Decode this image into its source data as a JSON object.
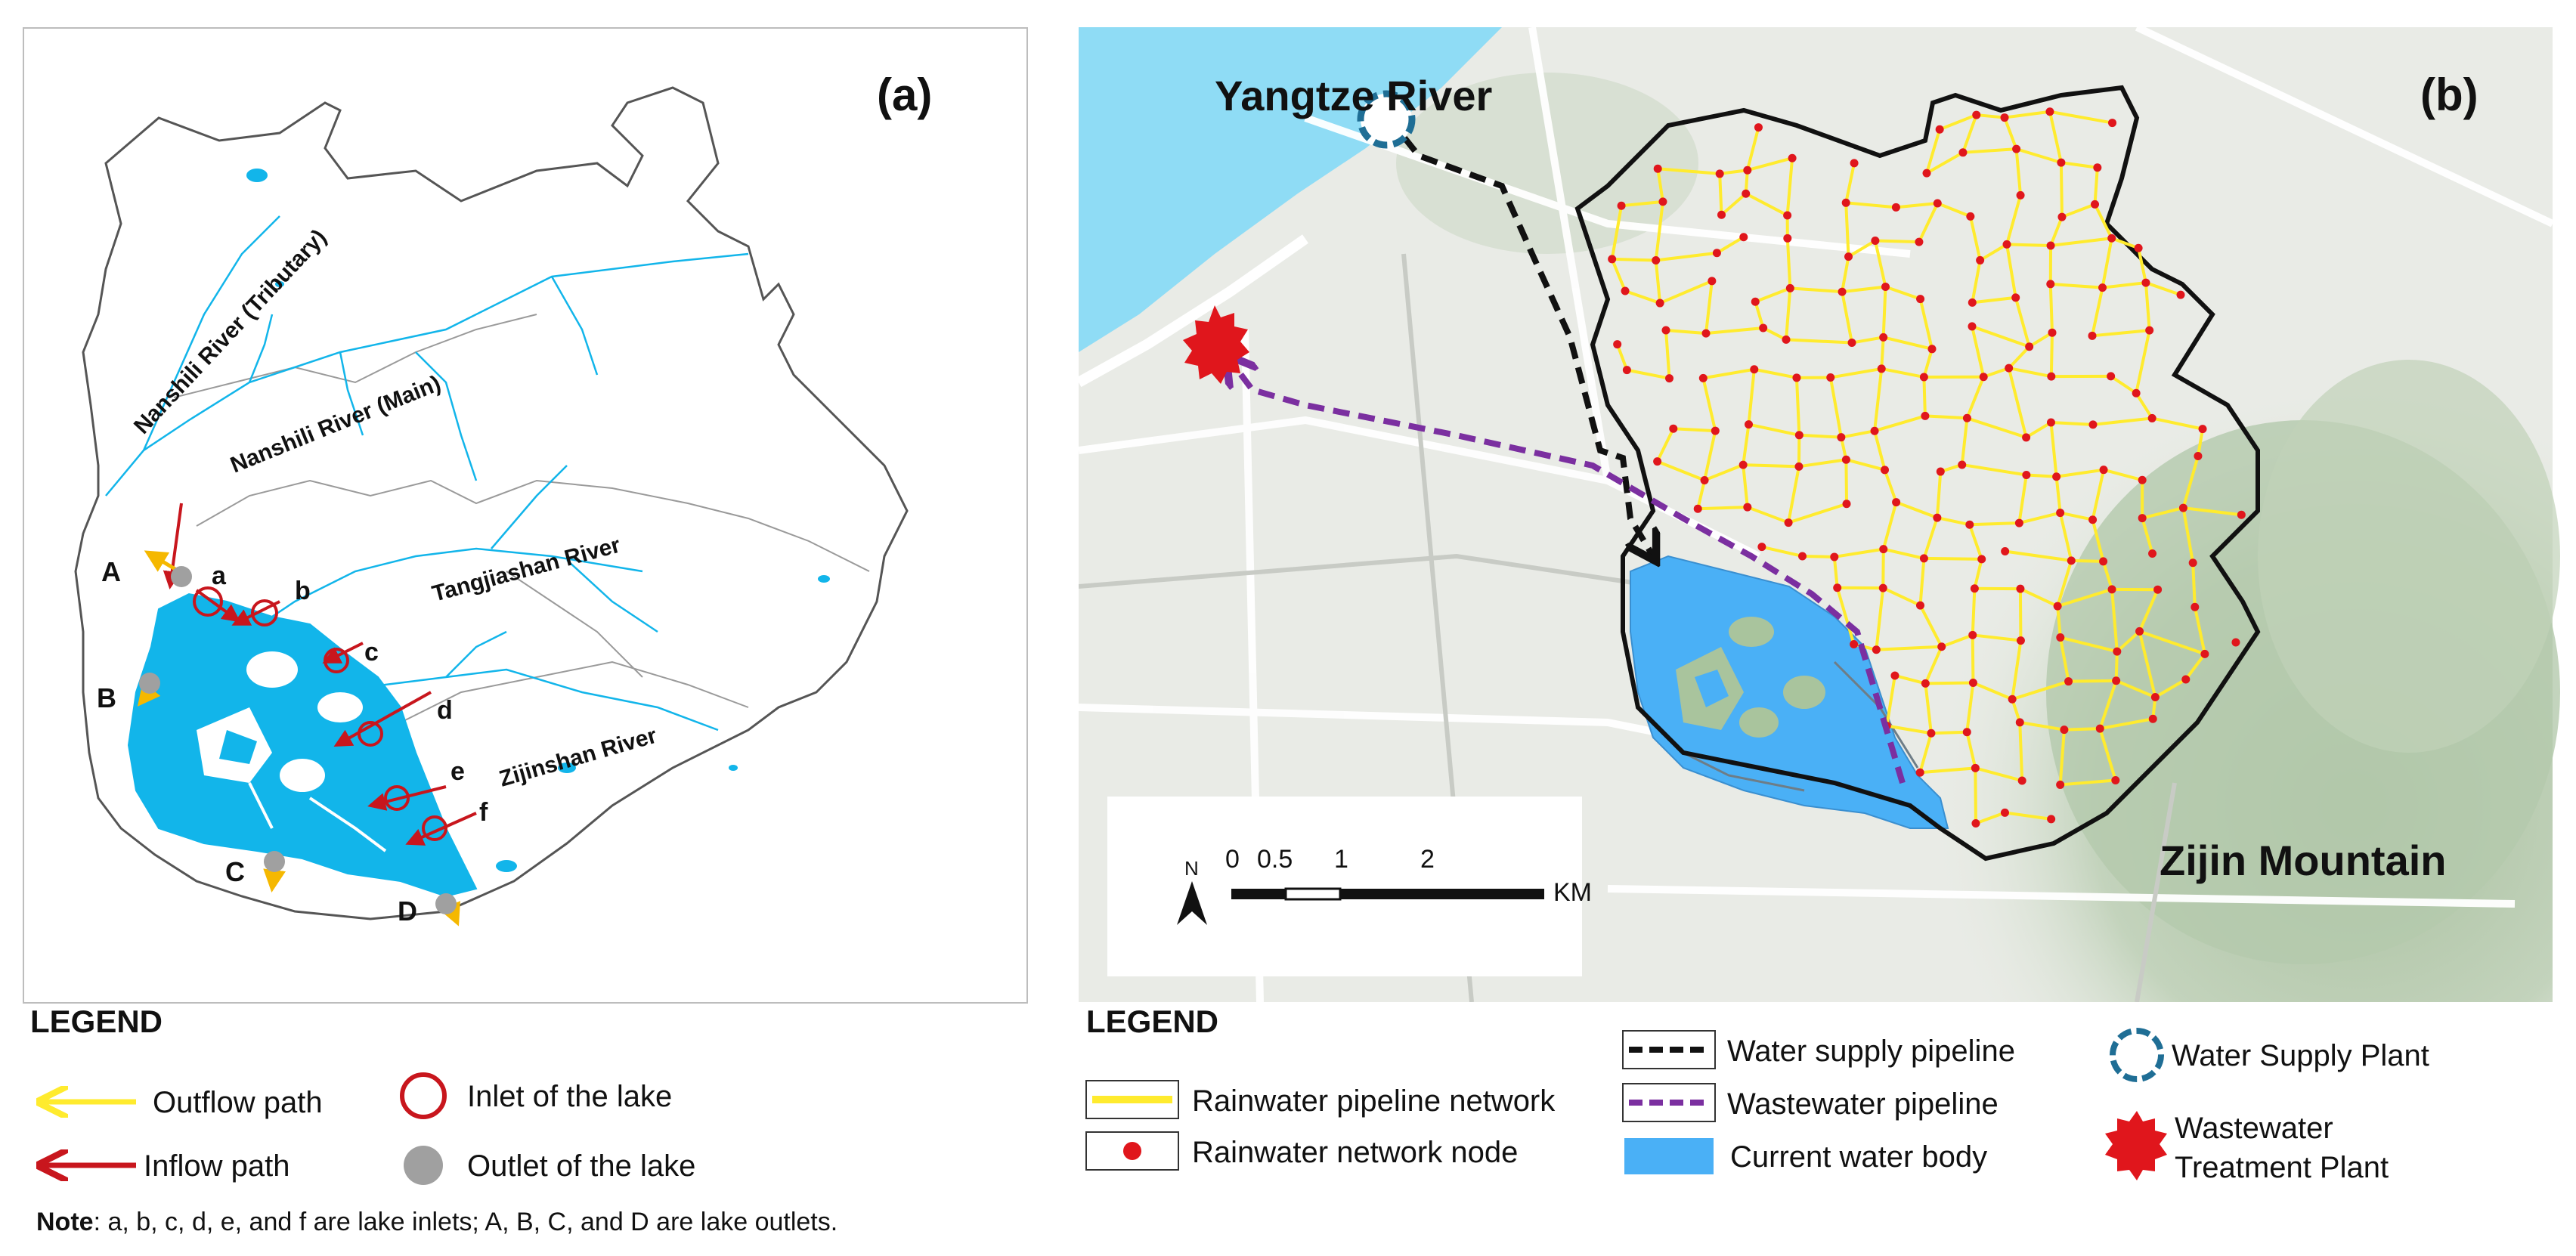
{
  "panel_a": {
    "tag": "(a)",
    "rivers": {
      "nanshili_tributary": "Nanshili River (Tributary)",
      "nanshili_main": "Nanshili River (Main)",
      "tangjiashan": "Tangjiashan River",
      "zijinshan": "Zijinshan River"
    },
    "inlets": [
      "a",
      "b",
      "c",
      "d",
      "e",
      "f"
    ],
    "outlets": [
      "A",
      "B",
      "C",
      "D"
    ]
  },
  "panel_b": {
    "tag": "(b)",
    "yangtze": "Yangtze River",
    "zijin": "Zijin Mountain",
    "north_symbol": "N",
    "scale_ticks": [
      "0",
      "0.5",
      "1",
      "2"
    ],
    "scale_unit": "KM"
  },
  "legend_a": {
    "title": "LEGEND",
    "outflow": "Outflow  path",
    "inflow": "Inflow path",
    "inlet": "Inlet of the lake",
    "outlet": "Outlet of the lake",
    "note_label": "Note",
    "note_text": ": a, b, c, d, e, and f are lake inlets; A, B, C, and D are lake outlets."
  },
  "legend_b": {
    "title": "LEGEND",
    "rain_network": "Rainwater pipeline network",
    "rain_node": "Rainwater network node",
    "water_supply": "Water supply pipeline",
    "wastewater": "Wastewater pipeline",
    "water_body": "Current water body",
    "supply_plant": "Water Supply Plant",
    "treatment_line1": "Wastewater",
    "treatment_line2": "Treatment Plant"
  },
  "colors": {
    "lake": "#12b5ea",
    "lake_b": "#4ab0f6",
    "river_water": "#8fdcf5",
    "inflow": "#c8161d",
    "outflow": "#f5b800",
    "outlet_dot": "#a0a0a0",
    "rain_pipe": "#ffeb2e",
    "rain_node": "#e0161c",
    "supply_pipe": "#111111",
    "wastewater_pipe": "#7b2fa0",
    "supply_plant": "#1f6e95",
    "mountain": "#b8ccb1"
  }
}
